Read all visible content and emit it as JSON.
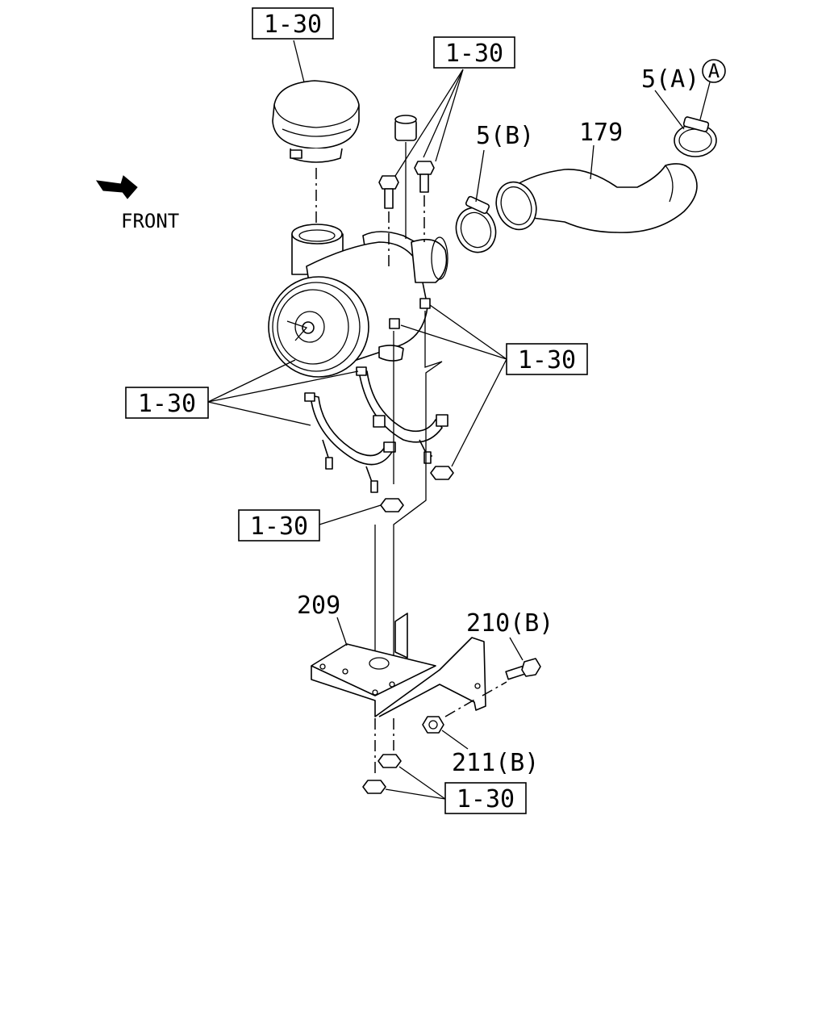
{
  "direction": {
    "label": "FRONT",
    "icon": "front-arrow-icon"
  },
  "ref_labels": {
    "top_cap": "1-30",
    "bolts_top": "1-30",
    "right_clamps": "1-30",
    "left_clamps": "1-30",
    "nut_mid": "1-30",
    "nuts_bottom": "1-30"
  },
  "part_labels": {
    "clamp_a": "5(A)",
    "clamp_b": "5(B)",
    "hose": "179",
    "bracket": "209",
    "bolt": "210(B)",
    "nut": "211(B)",
    "circle_ref": "A"
  }
}
